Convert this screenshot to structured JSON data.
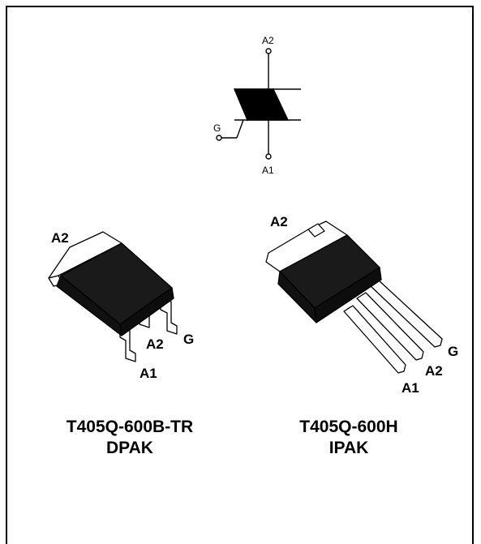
{
  "symbol": {
    "a2": "A2",
    "a1": "A1",
    "g": "G"
  },
  "dpak": {
    "pin_tab": "A2",
    "pin_mid": "A2",
    "pin_left": "A1",
    "pin_right": "G",
    "part": "T405Q-600B-TR",
    "package": "DPAK"
  },
  "ipak": {
    "pin_tab": "A2",
    "pin_g": "G",
    "pin_a2": "A2",
    "pin_a1": "A1",
    "part": "T405Q-600H",
    "package": "IPAK"
  },
  "colors": {
    "body": "#1a1a1a",
    "line": "#000000",
    "metal": "#ffffff"
  }
}
